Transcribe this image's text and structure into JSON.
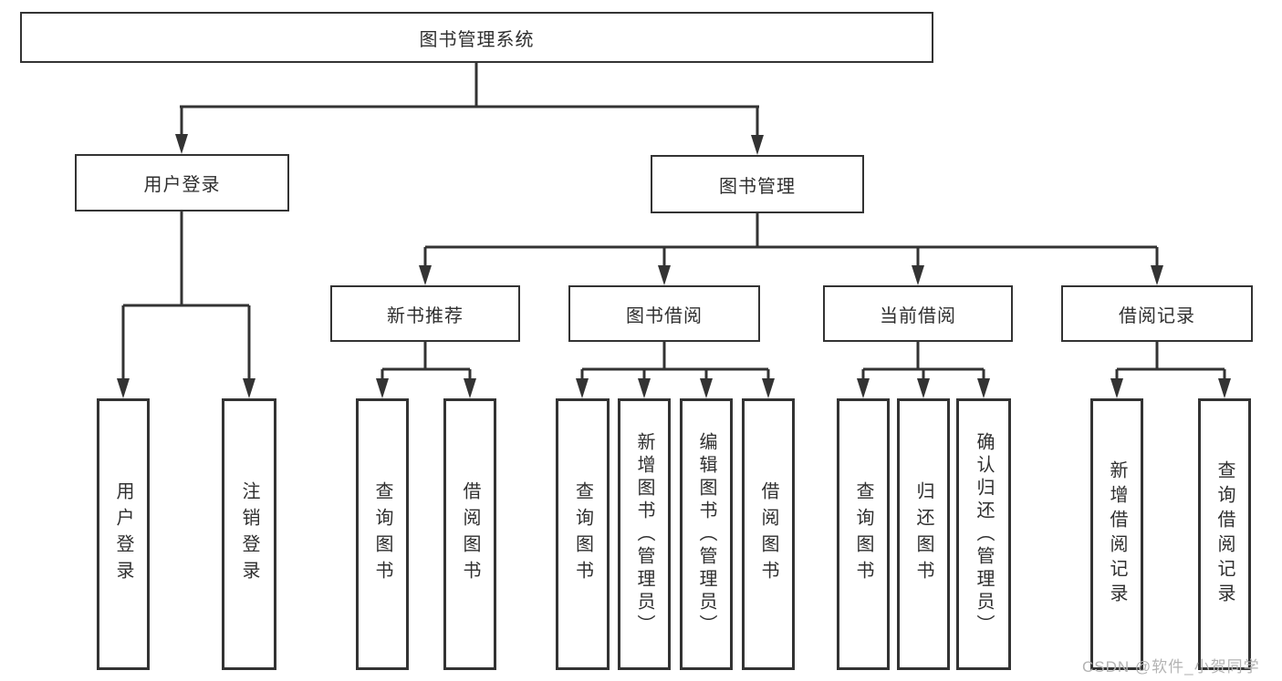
{
  "root": {
    "label": "图书管理系统"
  },
  "user_login_branch": {
    "label": "用户登录",
    "children": [
      {
        "label": "用户登录"
      },
      {
        "label": "注销登录"
      }
    ]
  },
  "book_mgmt_branch": {
    "label": "图书管理",
    "groups": [
      {
        "label": "新书推荐",
        "children": [
          {
            "label": "查询图书"
          },
          {
            "label": "借阅图书"
          }
        ]
      },
      {
        "label": "图书借阅",
        "children": [
          {
            "label": "查询图书"
          },
          {
            "label": "新增图书（管理员）"
          },
          {
            "label": "编辑图书（管理员）"
          },
          {
            "label": "借阅图书"
          }
        ]
      },
      {
        "label": "当前借阅",
        "children": [
          {
            "label": "查询图书"
          },
          {
            "label": "归还图书"
          },
          {
            "label": "确认归还（管理员）"
          }
        ]
      },
      {
        "label": "借阅记录",
        "children": [
          {
            "label": "新增借阅记录"
          },
          {
            "label": "查询借阅记录"
          }
        ]
      }
    ]
  },
  "watermark": "CSDN @软件_小贺同学",
  "colors": {
    "line": "#333333",
    "text": "#2f2f2f",
    "background": "#ffffff",
    "watermark": "#b3b3b3"
  }
}
